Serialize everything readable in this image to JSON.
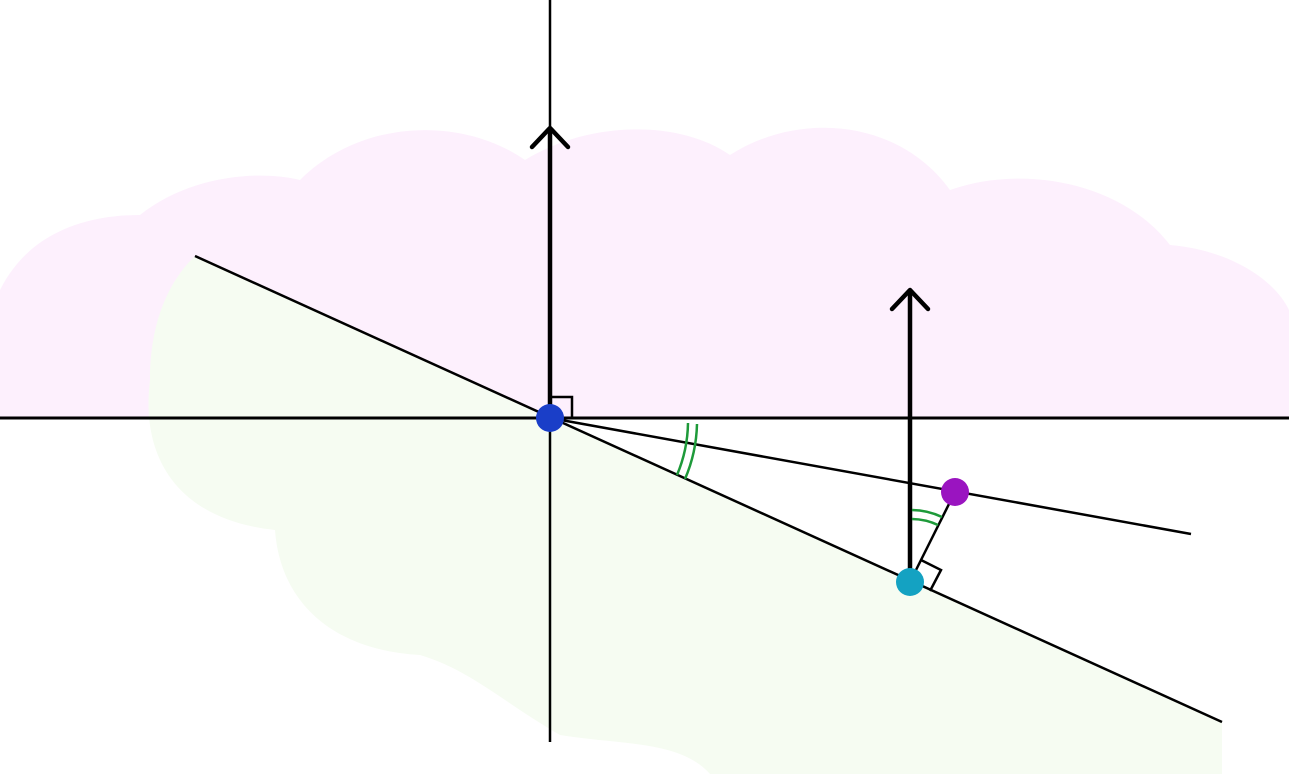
{
  "diagram": {
    "description_visible_text": "",
    "colors": {
      "background": "#ffffff",
      "upper_cloud": "#fdf0fd",
      "lower_cloud": "#f6fcf2",
      "axis": "#000000",
      "line": "#000000",
      "origin_point": "#1a3ec8",
      "foot_point": "#14a2c2",
      "tip_point": "#9a14c0",
      "angle_mark": "#1e9a3a"
    },
    "icons": [
      "origin-point",
      "foot-point",
      "tip-point",
      "up-arrow",
      "right-angle-mark",
      "double-arc-angle-mark"
    ]
  }
}
